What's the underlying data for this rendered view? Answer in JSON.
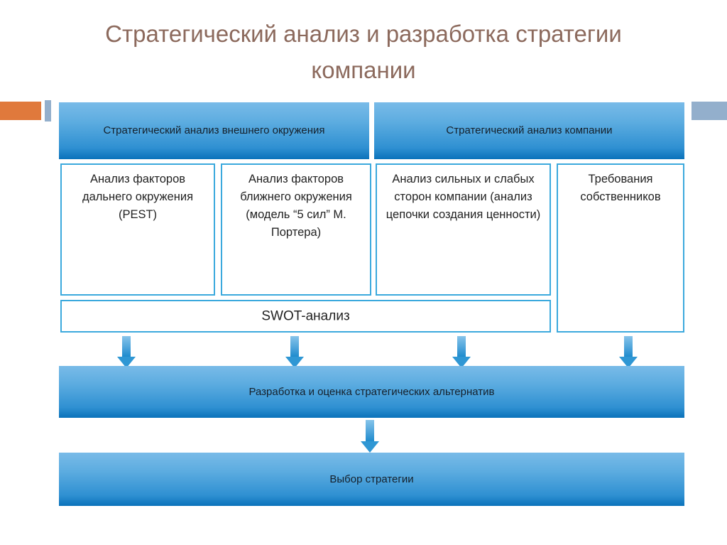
{
  "slide": {
    "title": "Стратегический анализ и разработка стратегии компании",
    "title_color": "#8c6a5d"
  },
  "decor": {
    "orange_bar_color": "#e0793c",
    "blue_gray_bar_color": "#93afcc"
  },
  "diagram": {
    "accent_border_color": "#3ba9dd",
    "bar_gradient_top": "#79bbe8",
    "bar_gradient_bottom": "#0a72ba",
    "arrow_color": "#2f97d4",
    "headers": [
      {
        "label": "Стратегический анализ внешнего окружения"
      },
      {
        "label": "Стратегический анализ компании"
      }
    ],
    "columns": [
      {
        "label": "Анализ факторов дальнего окружения (PEST)"
      },
      {
        "label": "Анализ факторов ближнего окружения (модель “5 сил” М. Портера)"
      },
      {
        "label": "Анализ сильных и слабых сторон компании (анализ цепочки создания ценности)"
      },
      {
        "label": "Требования собственников"
      }
    ],
    "swot": {
      "label": "SWOT-анализ"
    },
    "alternatives_bar": {
      "label": "Разработка и оценка стратегических альтернатив"
    },
    "choice_bar": {
      "label": "Выбор стратегии"
    }
  }
}
